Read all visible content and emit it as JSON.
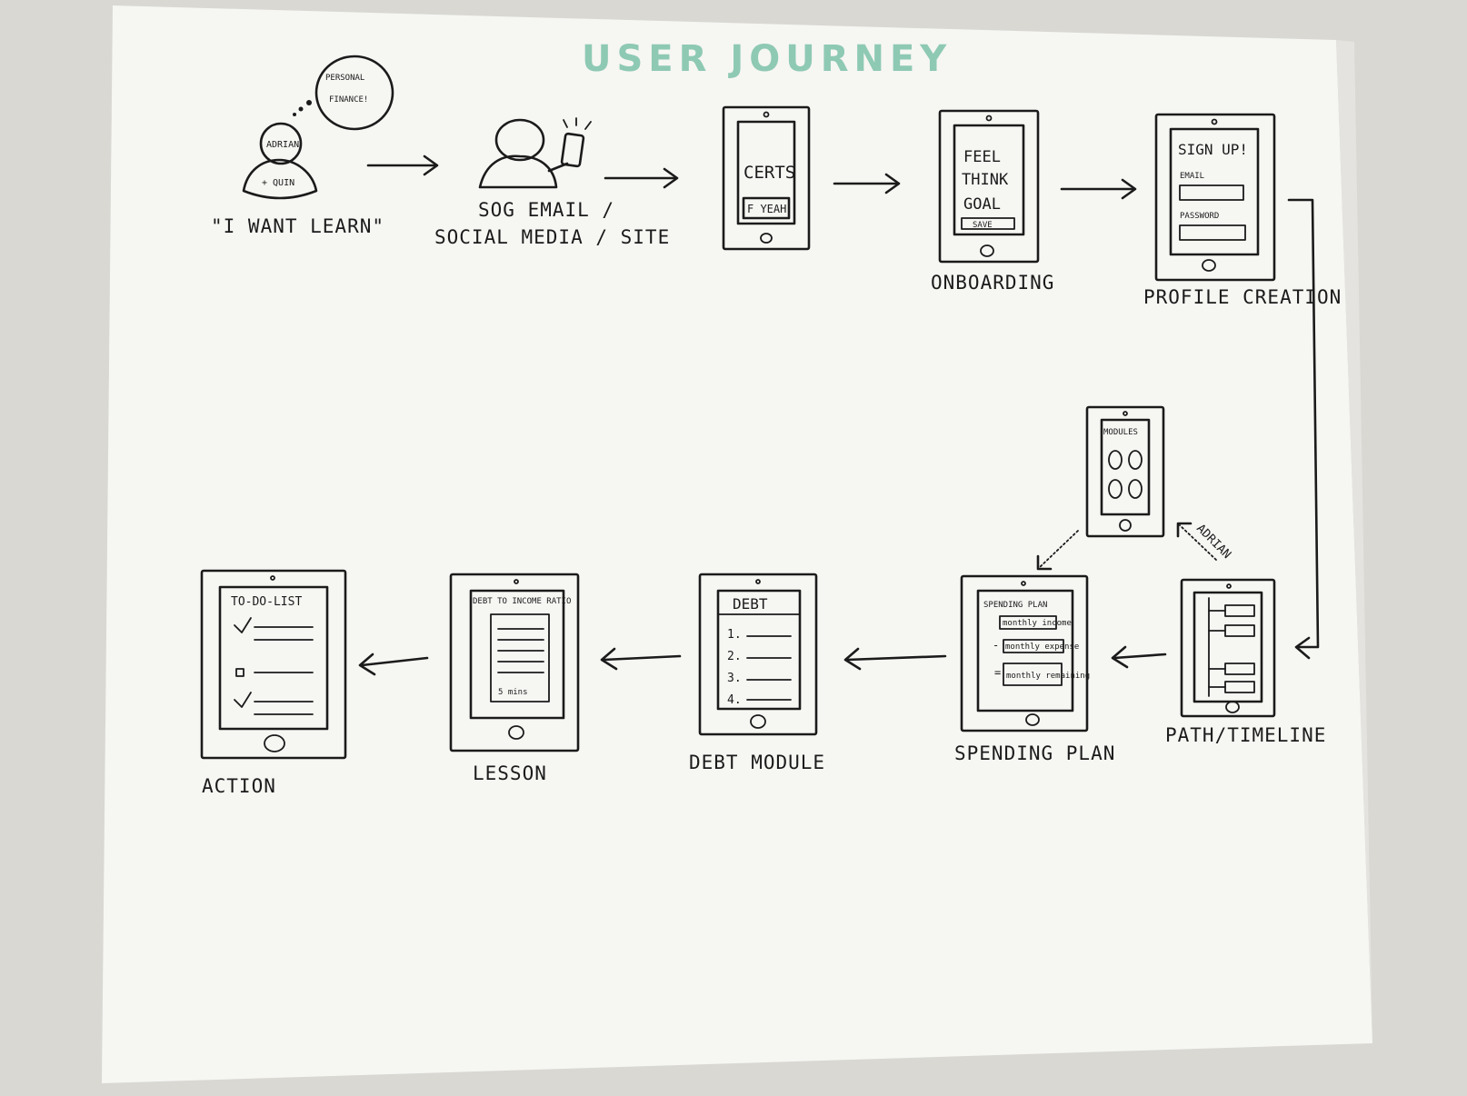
{
  "title": "USER JOURNEY",
  "colors": {
    "title": "#8ec9b4",
    "ink": "#1b1b1b",
    "paper": "#f6f6f3",
    "wall": "#d9d8d3"
  },
  "steps": [
    {
      "label": "\"I WANT LEARN\"",
      "figure_tag": "ADRIAN",
      "figure_sub": "+ QUIN",
      "bubble": [
        "PERSONAL",
        "FINANCE!"
      ]
    },
    {
      "label_lines": [
        "SOG EMAIL /",
        "SOCIAL MEDIA / SITE"
      ]
    },
    {
      "screen_title": "CERTS",
      "screen_button": "F YEAH"
    },
    {
      "label": "ONBOARDING",
      "screen_lines": [
        "FEEL",
        "THINK",
        "GOAL"
      ],
      "screen_button": "SAVE"
    },
    {
      "label": "PROFILE CREATION",
      "screen_title": "SIGN UP!",
      "field1": "EMAIL",
      "field2": "PASSWORD"
    },
    {
      "label": "PATH/TIMELINE"
    },
    {
      "screen_title": "MODULES",
      "side_note": "ADRIAN"
    },
    {
      "label": "SPENDING PLAN",
      "screen_title": "SPENDING PLAN",
      "box1": "monthly income",
      "op1": "-",
      "box2": "monthly expense",
      "op2": "=",
      "box3": "monthly remaining"
    },
    {
      "label": "DEBT MODULE",
      "screen_title": "DEBT",
      "items": [
        "1.",
        "2.",
        "3.",
        "4."
      ]
    },
    {
      "label": "LESSON",
      "screen_title": "DEBT TO INCOME RATIO",
      "duration": "5 mins"
    },
    {
      "label": "ACTION",
      "screen_title": "TO-DO-LIST"
    }
  ]
}
